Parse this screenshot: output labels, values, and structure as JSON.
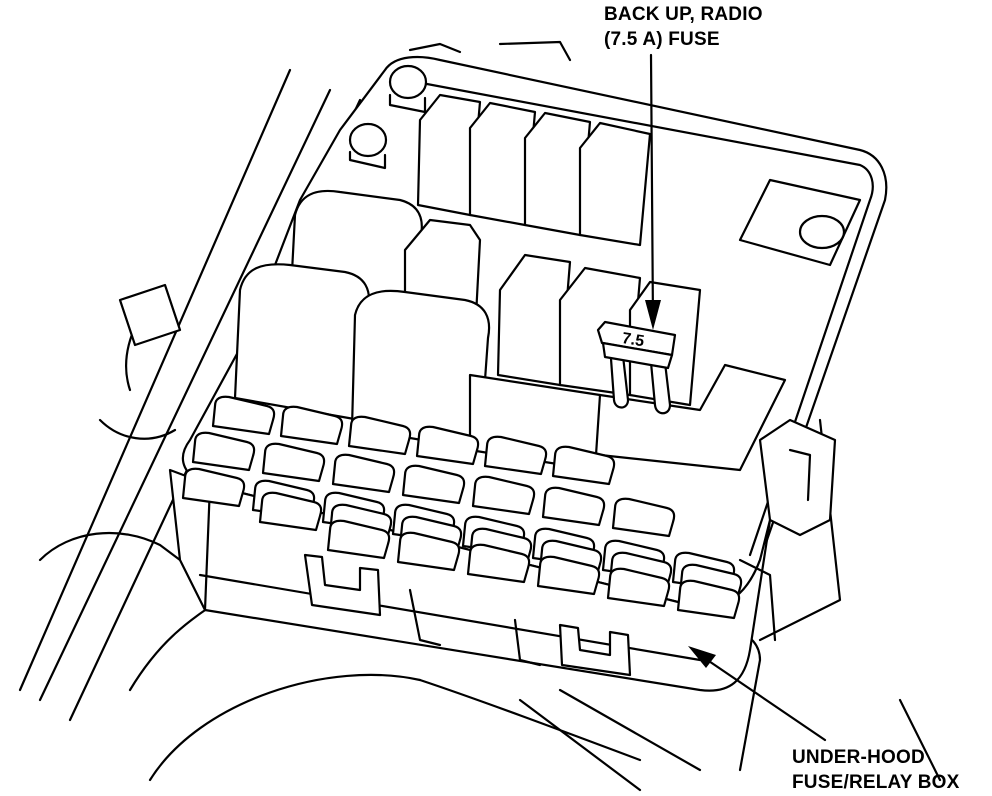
{
  "labels": {
    "fuse_callout_line1": "BACK UP, RADIO",
    "fuse_callout_line2": "(7.5 A) FUSE",
    "box_callout_line1": "UNDER-HOOD",
    "box_callout_line2": "FUSE/RELAY BOX",
    "fuse_rating_mark": "7.5"
  }
}
